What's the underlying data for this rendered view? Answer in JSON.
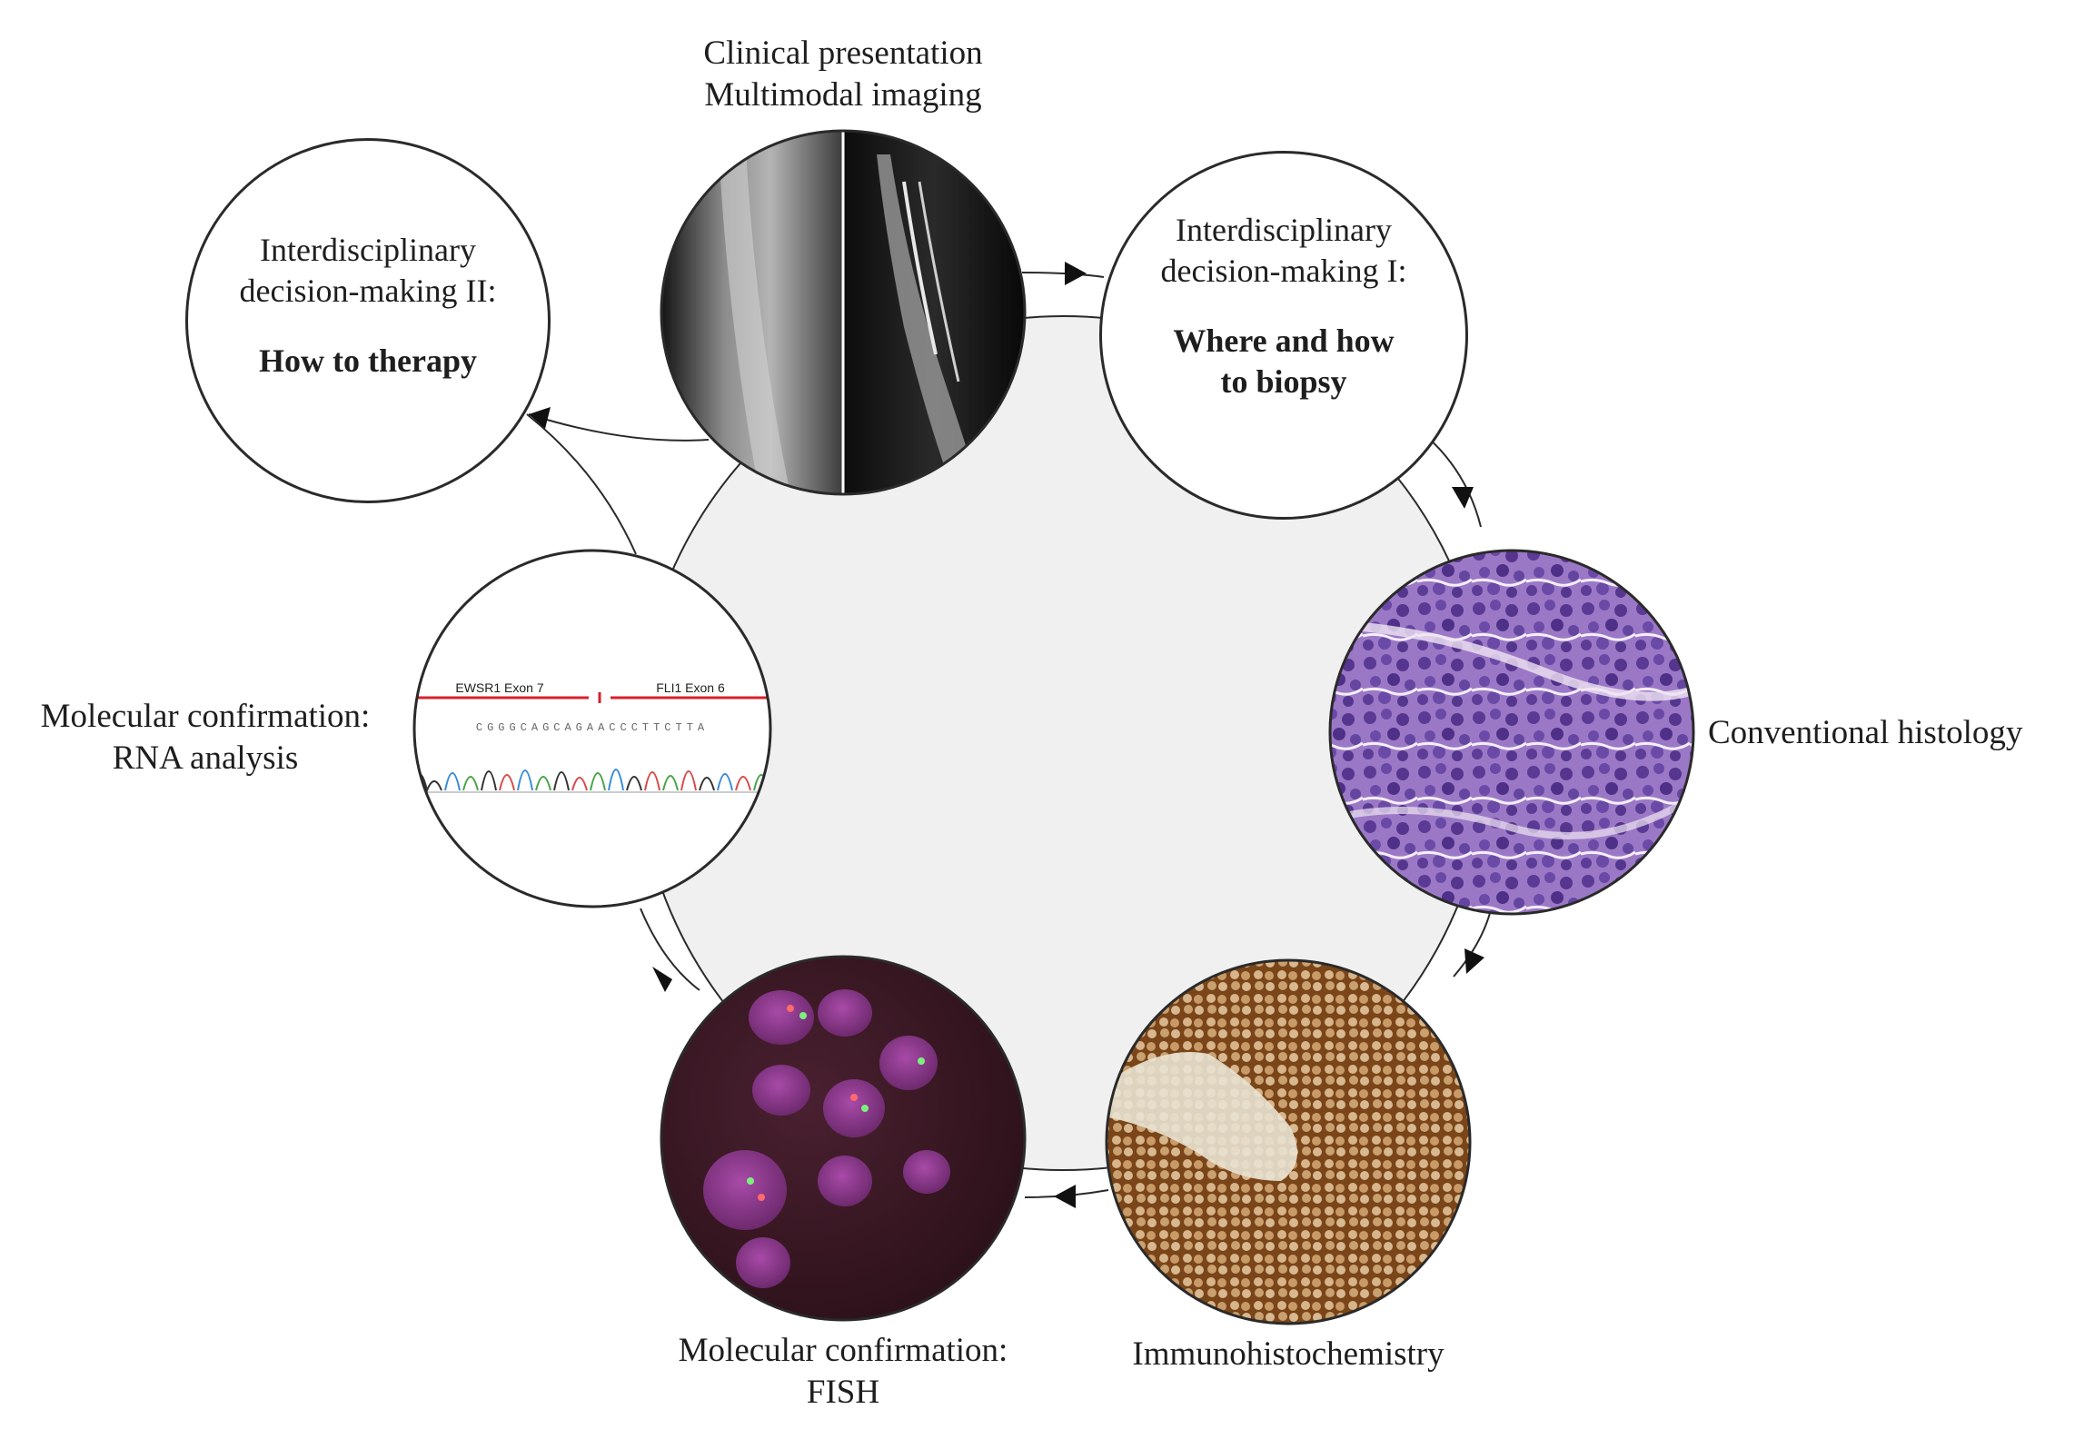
{
  "colors": {
    "ring_fill": "#f0f0f0",
    "ring_stroke": "#2a2a2a",
    "he_stain": "#8a63b8",
    "ihc_stain": "#8a4f1e",
    "fish_background": "#3a1a22",
    "fish_nuclei": "#8a2e8c",
    "fusion_bar": "#d8202a"
  },
  "nodes": {
    "imaging": {
      "label_line1": "Clinical presentation",
      "label_line2": "Multimodal imaging"
    },
    "decision1": {
      "line1": "Interdisciplinary",
      "line2": "decision-making I:",
      "bold1": "Where and how",
      "bold2": "to biopsy"
    },
    "histology": {
      "label": "Conventional histology"
    },
    "ihc": {
      "label": "Immunohistochemistry"
    },
    "fish": {
      "label_line1": "Molecular confirmation:",
      "label_line2": "FISH"
    },
    "rna": {
      "label_line1": "Molecular confirmation:",
      "label_line2": "RNA analysis",
      "exon_left": "EWSR1 Exon 7",
      "exon_right": "FLI1 Exon 6",
      "sequence": "CGGGCAGCAGAACCCTTCTTA"
    },
    "decision2": {
      "line1": "Interdisciplinary",
      "line2": "decision-making II:",
      "bold1": "How to therapy"
    }
  }
}
